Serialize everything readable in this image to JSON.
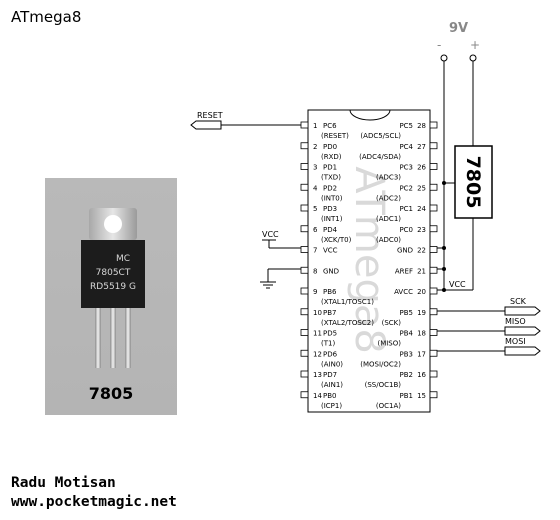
{
  "title": "ATmega8",
  "credits": {
    "author": "Radu Motisan",
    "website": "www.pocketmagic.net"
  },
  "photo": {
    "caption": "7805",
    "marking_line1": "MC",
    "marking_line2": "7805CT",
    "marking_line3": "RD5519 G"
  },
  "regulator": {
    "label": "7805"
  },
  "power": {
    "label": "9V",
    "minus": "-",
    "plus": "+"
  },
  "chip": {
    "watermark": "ATmega8"
  },
  "net_labels": {
    "reset": "RESET",
    "vcc_left": "VCC",
    "vcc_right": "VCC",
    "sck": "SCK",
    "miso": "MISO",
    "mosi": "MOSI"
  },
  "pins_left": [
    {
      "num": "1",
      "name": "PC6",
      "alt": "(RESET)"
    },
    {
      "num": "2",
      "name": "PD0",
      "alt": "(RXD)"
    },
    {
      "num": "3",
      "name": "PD1",
      "alt": "(TXD)"
    },
    {
      "num": "4",
      "name": "PD2",
      "alt": "(INT0)"
    },
    {
      "num": "5",
      "name": "PD3",
      "alt": "(INT1)"
    },
    {
      "num": "6",
      "name": "PD4",
      "alt": "(XCK/T0)"
    },
    {
      "num": "7",
      "name": "VCC",
      "alt": ""
    },
    {
      "num": "8",
      "name": "GND",
      "alt": ""
    },
    {
      "num": "9",
      "name": "PB6",
      "alt": "(XTAL1/TOSC1)"
    },
    {
      "num": "10",
      "name": "PB7",
      "alt": "(XTAL2/TOSC2)"
    },
    {
      "num": "11",
      "name": "PD5",
      "alt": "(T1)"
    },
    {
      "num": "12",
      "name": "PD6",
      "alt": "(AIN0)"
    },
    {
      "num": "13",
      "name": "PD7",
      "alt": "(AIN1)"
    },
    {
      "num": "14",
      "name": "PB0",
      "alt": "(ICP1)"
    }
  ],
  "pins_right": [
    {
      "num": "28",
      "name": "PC5",
      "alt": "(ADC5/SCL)"
    },
    {
      "num": "27",
      "name": "PC4",
      "alt": "(ADC4/SDA)"
    },
    {
      "num": "26",
      "name": "PC3",
      "alt": "(ADC3)"
    },
    {
      "num": "25",
      "name": "PC2",
      "alt": "(ADC2)"
    },
    {
      "num": "24",
      "name": "PC1",
      "alt": "(ADC1)"
    },
    {
      "num": "23",
      "name": "PC0",
      "alt": "(ADC0)"
    },
    {
      "num": "22",
      "name": "GND",
      "alt": ""
    },
    {
      "num": "21",
      "name": "AREF",
      "alt": ""
    },
    {
      "num": "20",
      "name": "AVCC",
      "alt": ""
    },
    {
      "num": "19",
      "name": "PB5",
      "alt": "(SCK)"
    },
    {
      "num": "18",
      "name": "PB4",
      "alt": "(MISO)"
    },
    {
      "num": "17",
      "name": "PB3",
      "alt": "(MOSI/OC2)"
    },
    {
      "num": "16",
      "name": "PB2",
      "alt": "(SS/OC1B)"
    },
    {
      "num": "15",
      "name": "PB1",
      "alt": "(OC1A)"
    }
  ]
}
